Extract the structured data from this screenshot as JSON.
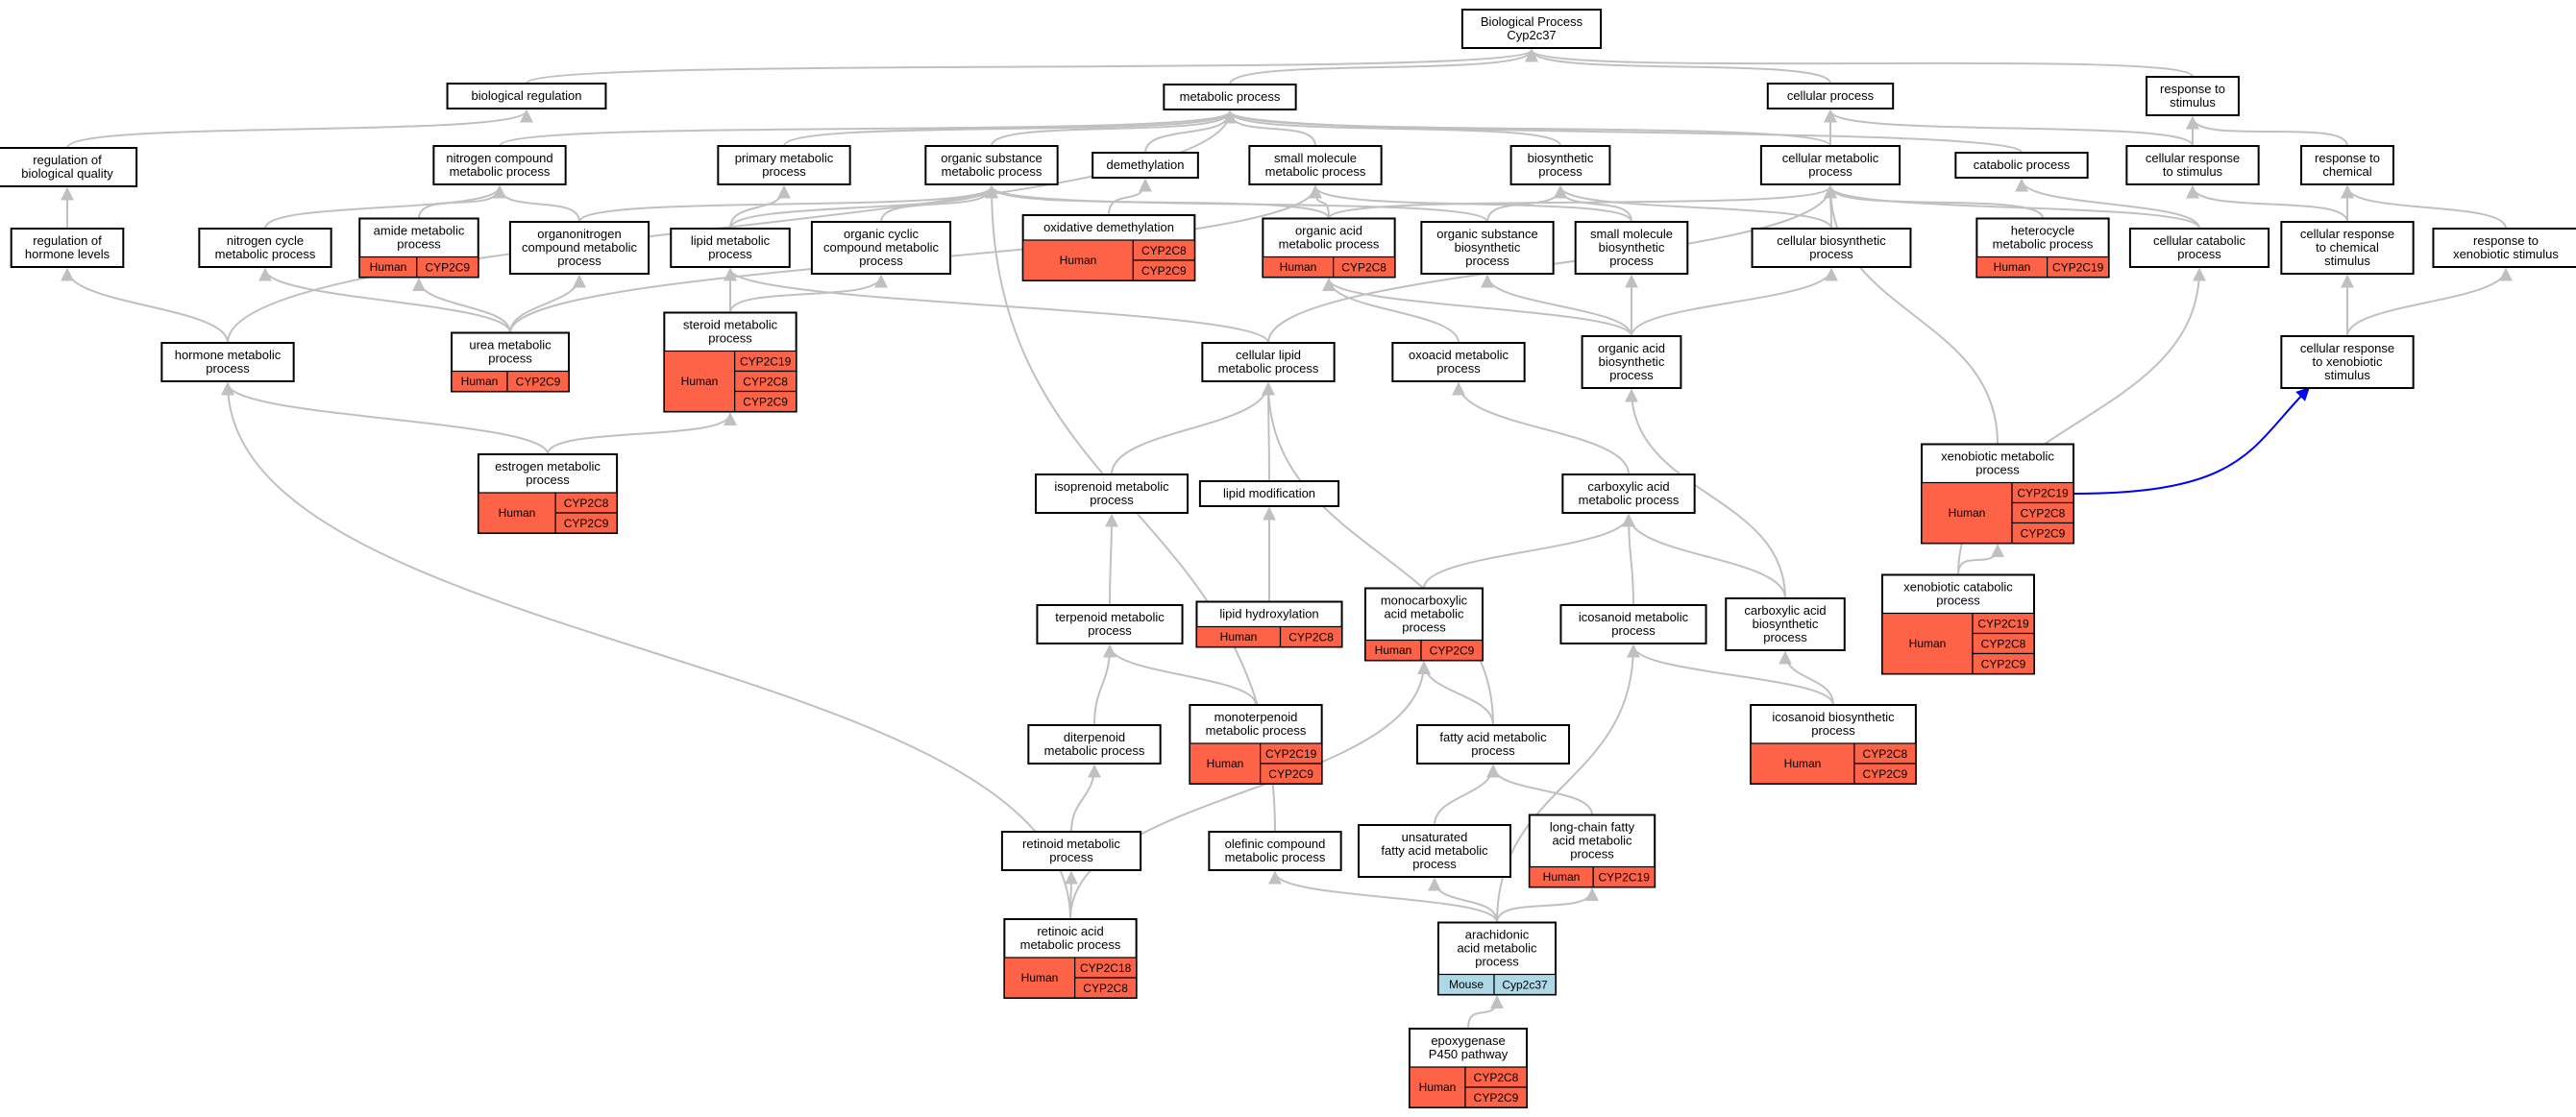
{
  "colors": {
    "human": "#ff6347",
    "mouse": "#add8e6",
    "edge": "#c0c0c0",
    "highlight_edge": "#0000ff"
  },
  "nodes": [
    {
      "id": "root",
      "lines": [
        "Biological Process",
        "Cyp2c37"
      ]
    },
    {
      "id": "bioreg",
      "lines": [
        "biological regulation"
      ]
    },
    {
      "id": "metabolic",
      "lines": [
        "metabolic process"
      ]
    },
    {
      "id": "cellproc",
      "lines": [
        "cellular process"
      ]
    },
    {
      "id": "respstim",
      "lines": [
        "response to",
        "stimulus"
      ]
    },
    {
      "id": "regbioqual",
      "lines": [
        "regulation of",
        "biological quality"
      ]
    },
    {
      "id": "nitrocomp",
      "lines": [
        "nitrogen compound",
        "metabolic process"
      ]
    },
    {
      "id": "primary",
      "lines": [
        "primary metabolic",
        "process"
      ]
    },
    {
      "id": "orgsub",
      "lines": [
        "organic substance",
        "metabolic process"
      ]
    },
    {
      "id": "demeth",
      "lines": [
        "demethylation"
      ]
    },
    {
      "id": "smallmol",
      "lines": [
        "small molecule",
        "metabolic process"
      ]
    },
    {
      "id": "biosyn",
      "lines": [
        "biosynthetic",
        "process"
      ]
    },
    {
      "id": "cellmet",
      "lines": [
        "cellular metabolic",
        "process"
      ]
    },
    {
      "id": "catab",
      "lines": [
        "catabolic process"
      ]
    },
    {
      "id": "cellresp",
      "lines": [
        "cellular response",
        "to stimulus"
      ]
    },
    {
      "id": "respchem",
      "lines": [
        "response to",
        "chemical"
      ]
    },
    {
      "id": "reghorm",
      "lines": [
        "regulation of",
        "hormone levels"
      ]
    },
    {
      "id": "nitrocycle",
      "lines": [
        "nitrogen cycle",
        "metabolic process"
      ]
    },
    {
      "id": "amide",
      "lines": [
        "amide metabolic",
        "process"
      ],
      "species": "Human",
      "genes": [
        "CYP2C9"
      ]
    },
    {
      "id": "organonitro",
      "lines": [
        "organonitrogen",
        "compound metabolic",
        "process"
      ]
    },
    {
      "id": "lipid",
      "lines": [
        "lipid metabolic",
        "process"
      ]
    },
    {
      "id": "orgcyclic",
      "lines": [
        "organic cyclic",
        "compound metabolic",
        "process"
      ]
    },
    {
      "id": "oxdemeth",
      "lines": [
        "oxidative demethylation"
      ],
      "species": "Human",
      "genes": [
        "CYP2C8",
        "CYP2C9"
      ]
    },
    {
      "id": "orgacid",
      "lines": [
        "organic acid",
        "metabolic process"
      ],
      "species": "Human",
      "genes": [
        "CYP2C8"
      ]
    },
    {
      "id": "orgsubbio",
      "lines": [
        "organic substance",
        "biosynthetic",
        "process"
      ]
    },
    {
      "id": "smallmolbio",
      "lines": [
        "small molecule",
        "biosynthetic",
        "process"
      ]
    },
    {
      "id": "cellbiosyn",
      "lines": [
        "cellular biosynthetic",
        "process"
      ]
    },
    {
      "id": "heterocycle",
      "lines": [
        "heterocycle",
        "metabolic process"
      ],
      "species": "Human",
      "genes": [
        "CYP2C19"
      ]
    },
    {
      "id": "cellcatab",
      "lines": [
        "cellular catabolic",
        "process"
      ]
    },
    {
      "id": "cellrespchem",
      "lines": [
        "cellular response",
        "to chemical",
        "stimulus"
      ]
    },
    {
      "id": "respxeno",
      "lines": [
        "response to",
        "xenobiotic stimulus"
      ]
    },
    {
      "id": "hormone",
      "lines": [
        "hormone metabolic",
        "process"
      ]
    },
    {
      "id": "urea",
      "lines": [
        "urea metabolic",
        "process"
      ],
      "species": "Human",
      "genes": [
        "CYP2C9"
      ]
    },
    {
      "id": "steroid",
      "lines": [
        "steroid metabolic",
        "process"
      ],
      "species": "Human",
      "genes": [
        "CYP2C19",
        "CYP2C8",
        "CYP2C9"
      ]
    },
    {
      "id": "celllipid",
      "lines": [
        "cellular lipid",
        "metabolic process"
      ]
    },
    {
      "id": "oxoacid",
      "lines": [
        "oxoacid metabolic",
        "process"
      ]
    },
    {
      "id": "orgacidbio",
      "lines": [
        "organic acid",
        "biosynthetic",
        "process"
      ]
    },
    {
      "id": "cellrespxeno",
      "lines": [
        "cellular response",
        "to xenobiotic",
        "stimulus"
      ]
    },
    {
      "id": "estrogen",
      "lines": [
        "estrogen metabolic",
        "process"
      ],
      "species": "Human",
      "genes": [
        "CYP2C8",
        "CYP2C9"
      ]
    },
    {
      "id": "isoprenoid",
      "lines": [
        "isoprenoid metabolic",
        "process"
      ]
    },
    {
      "id": "lipidmod",
      "lines": [
        "lipid modification"
      ]
    },
    {
      "id": "carboxylic",
      "lines": [
        "carboxylic acid",
        "metabolic process"
      ]
    },
    {
      "id": "xenobiotic",
      "lines": [
        "xenobiotic metabolic",
        "process"
      ],
      "species": "Human",
      "genes": [
        "CYP2C19",
        "CYP2C8",
        "CYP2C9"
      ]
    },
    {
      "id": "terpenoid",
      "lines": [
        "terpenoid metabolic",
        "process"
      ]
    },
    {
      "id": "lipidhydrox",
      "lines": [
        "lipid hydroxylation"
      ],
      "species": "Human",
      "genes": [
        "CYP2C8"
      ]
    },
    {
      "id": "monocarbox",
      "lines": [
        "monocarboxylic",
        "acid metabolic",
        "process"
      ],
      "species": "Human",
      "genes": [
        "CYP2C9"
      ]
    },
    {
      "id": "icosanoid",
      "lines": [
        "icosanoid metabolic",
        "process"
      ]
    },
    {
      "id": "carboxbio",
      "lines": [
        "carboxylic acid",
        "biosynthetic",
        "process"
      ]
    },
    {
      "id": "xenocatab",
      "lines": [
        "xenobiotic catabolic",
        "process"
      ],
      "species": "Human",
      "genes": [
        "CYP2C19",
        "CYP2C8",
        "CYP2C9"
      ]
    },
    {
      "id": "diterpenoid",
      "lines": [
        "diterpenoid",
        "metabolic process"
      ]
    },
    {
      "id": "monoterpenoid",
      "lines": [
        "monoterpenoid",
        "metabolic process"
      ],
      "species": "Human",
      "genes": [
        "CYP2C19",
        "CYP2C9"
      ]
    },
    {
      "id": "fattyacid",
      "lines": [
        "fatty acid metabolic",
        "process"
      ]
    },
    {
      "id": "icosanoidbio",
      "lines": [
        "icosanoid biosynthetic",
        "process"
      ],
      "species": "Human",
      "genes": [
        "CYP2C8",
        "CYP2C9"
      ]
    },
    {
      "id": "retinoid",
      "lines": [
        "retinoid metabolic",
        "process"
      ]
    },
    {
      "id": "olefinic",
      "lines": [
        "olefinic compound",
        "metabolic process"
      ]
    },
    {
      "id": "unsatfatty",
      "lines": [
        "unsaturated",
        "fatty acid metabolic",
        "process"
      ]
    },
    {
      "id": "longchain",
      "lines": [
        "long-chain fatty",
        "acid metabolic",
        "process"
      ],
      "species": "Human",
      "genes": [
        "CYP2C19"
      ]
    },
    {
      "id": "retinoicacid",
      "lines": [
        "retinoic acid",
        "metabolic process"
      ],
      "species": "Human",
      "genes": [
        "CYP2C18",
        "CYP2C8"
      ]
    },
    {
      "id": "arachidonic",
      "lines": [
        "arachidonic",
        "acid metabolic",
        "process"
      ],
      "species": "Mouse",
      "genes": [
        "Cyp2c37"
      ]
    },
    {
      "id": "epoxygenase",
      "lines": [
        "epoxygenase",
        "P450 pathway"
      ],
      "species": "Human",
      "genes": [
        "CYP2C8",
        "CYP2C9"
      ]
    }
  ],
  "edges": [
    [
      "bioreg",
      "root"
    ],
    [
      "metabolic",
      "root"
    ],
    [
      "cellproc",
      "root"
    ],
    [
      "respstim",
      "root"
    ],
    [
      "regbioqual",
      "bioreg"
    ],
    [
      "reghorm",
      "regbioqual"
    ],
    [
      "hormone",
      "reghorm"
    ],
    [
      "hormone",
      "metabolic"
    ],
    [
      "nitrocomp",
      "metabolic"
    ],
    [
      "primary",
      "metabolic"
    ],
    [
      "orgsub",
      "metabolic"
    ],
    [
      "demeth",
      "metabolic"
    ],
    [
      "smallmol",
      "metabolic"
    ],
    [
      "biosyn",
      "metabolic"
    ],
    [
      "cellmet",
      "metabolic"
    ],
    [
      "catab",
      "metabolic"
    ],
    [
      "cellmet",
      "cellproc"
    ],
    [
      "cellresp",
      "cellproc"
    ],
    [
      "cellresp",
      "respstim"
    ],
    [
      "respchem",
      "respstim"
    ],
    [
      "nitrocycle",
      "nitrocomp"
    ],
    [
      "amide",
      "nitrocomp"
    ],
    [
      "organonitro",
      "nitrocomp"
    ],
    [
      "organonitro",
      "orgsub"
    ],
    [
      "lipid",
      "primary"
    ],
    [
      "lipid",
      "orgsub"
    ],
    [
      "orgcyclic",
      "orgsub"
    ],
    [
      "oxdemeth",
      "demeth"
    ],
    [
      "orgacid",
      "orgsub"
    ],
    [
      "orgacid",
      "smallmol"
    ],
    [
      "orgacid",
      "cellmet"
    ],
    [
      "orgsubbio",
      "orgsub"
    ],
    [
      "orgsubbio",
      "biosyn"
    ],
    [
      "smallmolbio",
      "smallmol"
    ],
    [
      "smallmolbio",
      "biosyn"
    ],
    [
      "cellbiosyn",
      "biosyn"
    ],
    [
      "cellbiosyn",
      "cellmet"
    ],
    [
      "heterocycle",
      "cellmet"
    ],
    [
      "cellcatab",
      "catab"
    ],
    [
      "cellcatab",
      "cellmet"
    ],
    [
      "cellrespchem",
      "cellresp"
    ],
    [
      "cellrespchem",
      "respchem"
    ],
    [
      "respxeno",
      "respchem"
    ],
    [
      "urea",
      "nitrocycle"
    ],
    [
      "urea",
      "amide"
    ],
    [
      "urea",
      "organonitro"
    ],
    [
      "urea",
      "smallmol"
    ],
    [
      "steroid",
      "lipid"
    ],
    [
      "steroid",
      "orgcyclic"
    ],
    [
      "celllipid",
      "lipid"
    ],
    [
      "celllipid",
      "cellmet"
    ],
    [
      "oxoacid",
      "orgacid"
    ],
    [
      "orgacidbio",
      "orgacid"
    ],
    [
      "orgacidbio",
      "orgsubbio"
    ],
    [
      "orgacidbio",
      "smallmolbio"
    ],
    [
      "orgacidbio",
      "cellbiosyn"
    ],
    [
      "cellrespxeno",
      "cellrespchem"
    ],
    [
      "cellrespxeno",
      "respxeno"
    ],
    [
      "estrogen",
      "hormone"
    ],
    [
      "estrogen",
      "steroid"
    ],
    [
      "isoprenoid",
      "celllipid"
    ],
    [
      "lipidmod",
      "celllipid"
    ],
    [
      "carboxylic",
      "oxoacid"
    ],
    [
      "xenobiotic",
      "cellmet"
    ],
    [
      "terpenoid",
      "isoprenoid"
    ],
    [
      "lipidhydrox",
      "lipidmod"
    ],
    [
      "monocarbox",
      "carboxylic"
    ],
    [
      "icosanoid",
      "carboxylic"
    ],
    [
      "carboxbio",
      "carboxylic"
    ],
    [
      "carboxbio",
      "orgacidbio"
    ],
    [
      "xenocatab",
      "xenobiotic"
    ],
    [
      "xenocatab",
      "cellcatab"
    ],
    [
      "diterpenoid",
      "terpenoid"
    ],
    [
      "monoterpenoid",
      "terpenoid"
    ],
    [
      "fattyacid",
      "monocarbox"
    ],
    [
      "fattyacid",
      "celllipid"
    ],
    [
      "icosanoidbio",
      "icosanoid"
    ],
    [
      "icosanoidbio",
      "carboxbio"
    ],
    [
      "retinoid",
      "diterpenoid"
    ],
    [
      "olefinic",
      "orgsub"
    ],
    [
      "unsatfatty",
      "fattyacid"
    ],
    [
      "longchain",
      "fattyacid"
    ],
    [
      "retinoicacid",
      "retinoid"
    ],
    [
      "retinoicacid",
      "monocarbox"
    ],
    [
      "retinoicacid",
      "hormone"
    ],
    [
      "arachidonic",
      "unsatfatty"
    ],
    [
      "arachidonic",
      "longchain"
    ],
    [
      "arachidonic",
      "icosanoid"
    ],
    [
      "arachidonic",
      "olefinic"
    ],
    [
      "epoxygenase",
      "arachidonic"
    ]
  ],
  "highlighted_edges": [
    [
      "xenobiotic",
      "cellrespxeno"
    ]
  ]
}
